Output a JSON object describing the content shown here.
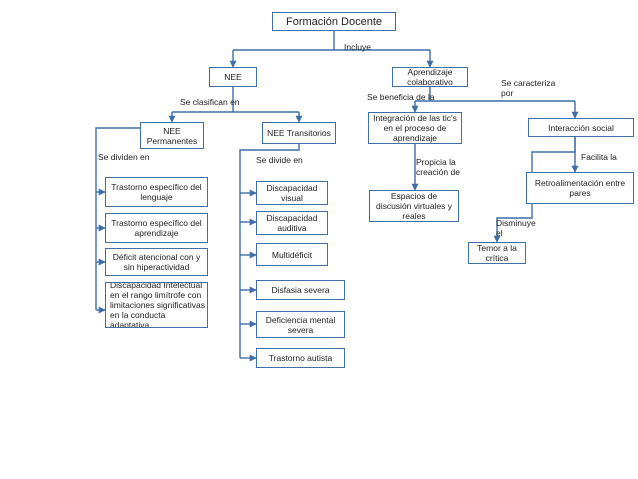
{
  "nodes": {
    "formacion": "Formación Docente",
    "nee": "NEE",
    "aprendizaje": "Aprendizaje colaborativo",
    "nee_permanentes": "NEE Permanentes",
    "nee_transitorios": "NEE Transitorios",
    "integracion": "Integración de las tic's en el proceso de aprendizaje",
    "interaccion": "Interacción social",
    "espacios": "Espacios de discusión virtuales y reales",
    "retro": "Retroalimentación entre pares",
    "temor": "Temor a la crítica",
    "p1": "Trastorno específico del lenguaje",
    "p2": "Trastorno específico del aprendizaje",
    "p3": "Déficit atencional con y sin hiperactividad",
    "p4": "Discapacidad Intelectual en el rango limítrofe con limitaciones significativas en la conducta adaptativa",
    "t1": "Discapacidad visual",
    "t2": "Discapacidad auditiva",
    "t3": "Multidéficit",
    "t4": "Disfasia severa",
    "t5": "Deficiencia mental severa",
    "t6": "Trastorno autista"
  },
  "labels": {
    "incluye": "Incluye",
    "se_clasifican": "Se clasifican en",
    "se_beneficia": "Se beneficia de la",
    "se_caracteriza": "Se caracteriza por",
    "se_dividen": "Se dividen en",
    "se_divide": "Se divide en",
    "propicia": "Propicia la creación de",
    "facilita": "Facilita la",
    "disminuye": "Disminuye el"
  },
  "colors": {
    "connector": "#3e6fa8",
    "border": "#3e6fa8",
    "text": "#222222"
  }
}
